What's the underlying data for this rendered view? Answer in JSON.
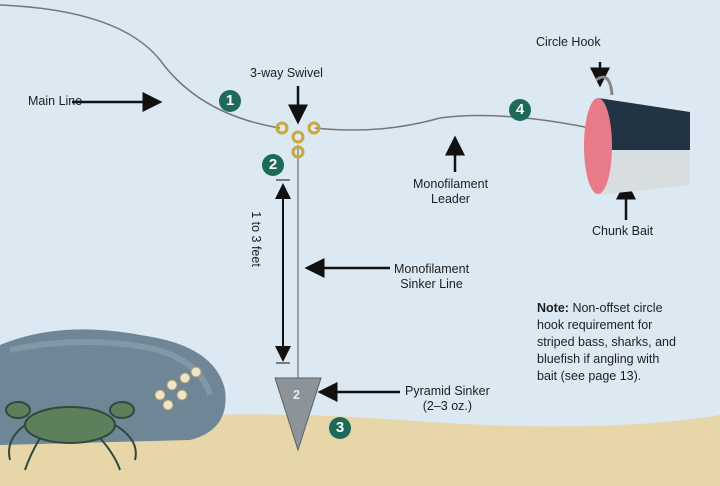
{
  "labels": {
    "main_line": "Main Line",
    "swivel": "3-way Swivel",
    "leader_1": "Monofilament",
    "leader_2": "Leader",
    "sinker_line_1": "Monofilament",
    "sinker_line_2": "Sinker Line",
    "pyramid_1": "Pyramid Sinker",
    "pyramid_2": "(2–3 oz.)",
    "circle_hook": "Circle Hook",
    "chunk_bait": "Chunk Bait",
    "length": "1 to 3 feet",
    "sinker_mark": "2"
  },
  "steps": [
    "1",
    "2",
    "3",
    "4"
  ],
  "note": {
    "title": "Note:",
    "lines": [
      "Non-offset circle",
      "hook requirement for",
      "striped bass, sharks, and",
      "bluefish if angling with",
      "bait (see page 13)."
    ]
  },
  "colors": {
    "background": "#dce8f2",
    "badge": "#1e6a58",
    "sand": "#e6d6a8"
  }
}
